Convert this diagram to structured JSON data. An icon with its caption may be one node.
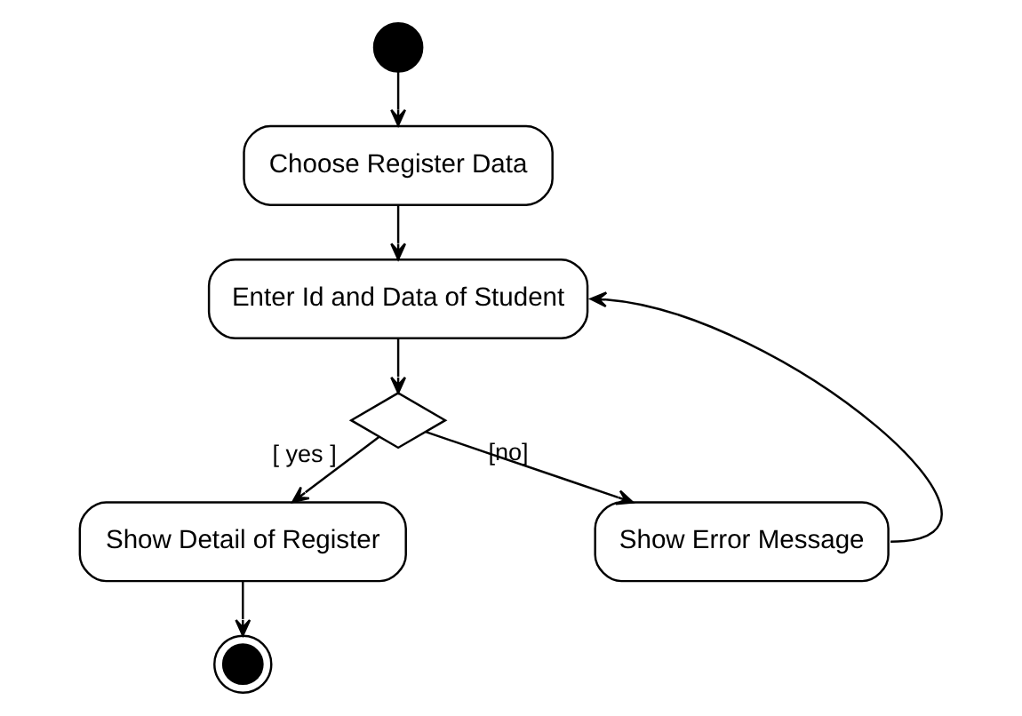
{
  "diagram": {
    "nodes": [
      {
        "text": [],
        "shape": "circle"
      },
      {
        "text": [
          "Choose Register Data"
        ]
      },
      {
        "text": [
          "Enter Id and Data of Student"
        ]
      },
      {
        "text": [],
        "shape": "diamond"
      },
      {
        "text": [
          "Show Detail of Register"
        ]
      },
      {
        "text": [
          "Show Error Message"
        ]
      },
      {
        "text": [],
        "shape": "circle"
      }
    ],
    "edges": [
      {
        "from": 0,
        "to": 1,
        "arrow": "to"
      },
      {
        "from": 1,
        "to": 2,
        "arrow": "to"
      },
      {
        "from": 2,
        "to": 3,
        "arrow": "to"
      },
      {
        "from": 3,
        "to": 4,
        "label": "[ yes ]",
        "arrow": "to"
      },
      {
        "from": 3,
        "to": 5,
        "label": "[no]",
        "arrow": "to"
      },
      {
        "from": 5,
        "to": 2,
        "arrow": "to"
      },
      {
        "from": 4,
        "to": 6,
        "arrow": "to"
      }
    ]
  }
}
